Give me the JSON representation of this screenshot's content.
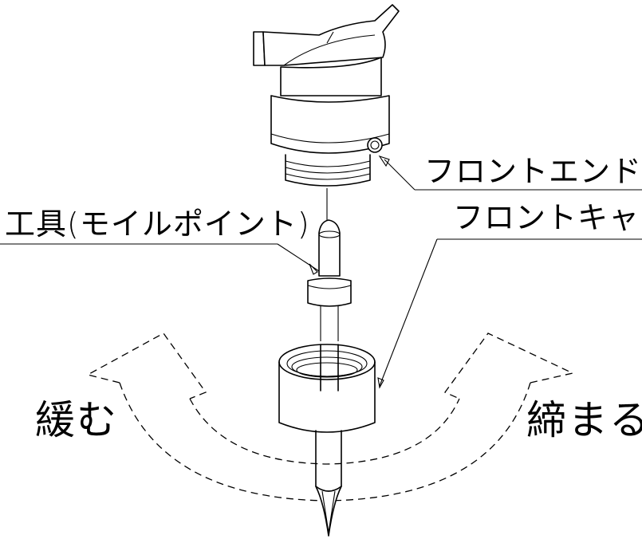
{
  "labels": {
    "front_end": "フロントエンド",
    "tool": "工具(モイルポイント)",
    "front_cap": "フロントキャップ"
  },
  "directions": {
    "loosen": "緩む",
    "tighten": "締まる"
  }
}
